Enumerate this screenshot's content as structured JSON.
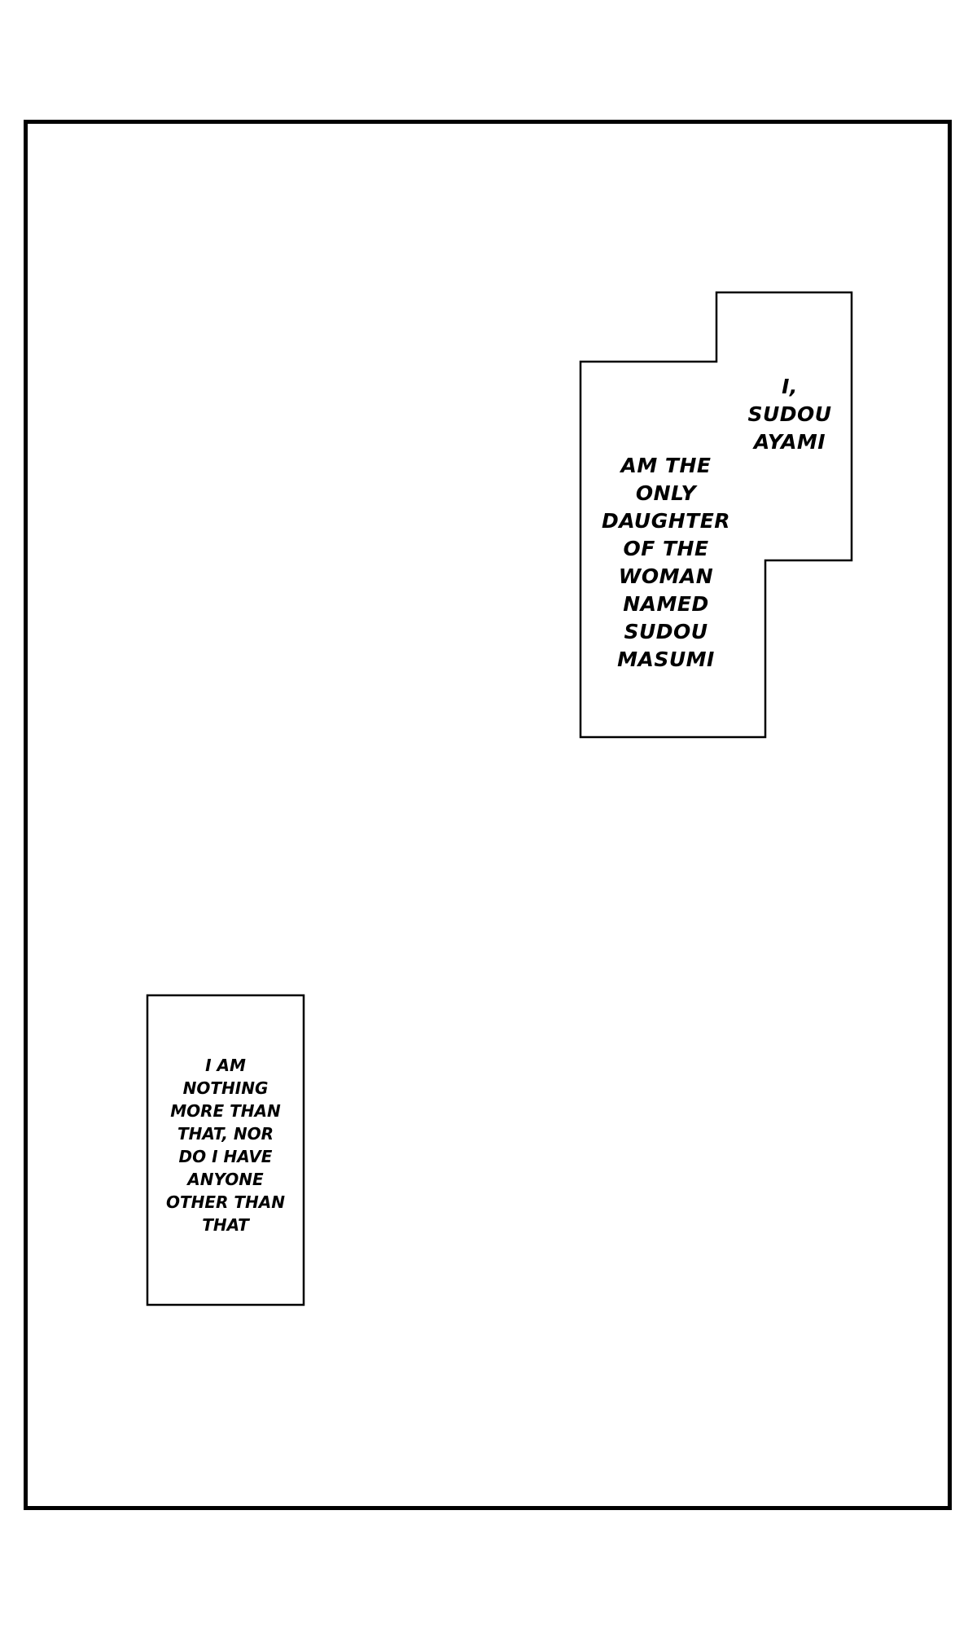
{
  "page": {
    "background": "#ffffff",
    "border_color": "#000000"
  },
  "captions": {
    "upper_box": {
      "segment_a": {
        "lines": [
          "I,",
          "SUDOU",
          "AYAMI"
        ]
      },
      "segment_b": {
        "lines": [
          "AM THE",
          "ONLY",
          "DAUGHTER",
          "OF THE",
          "WOMAN",
          "NAMED",
          "SUDOU",
          "MASUMI"
        ]
      }
    },
    "lower_box": {
      "lines": [
        "I AM",
        "NOTHING",
        "MORE THAN",
        "THAT, NOR",
        "DO I HAVE",
        "ANYONE",
        "OTHER THAN",
        "THAT"
      ]
    }
  }
}
